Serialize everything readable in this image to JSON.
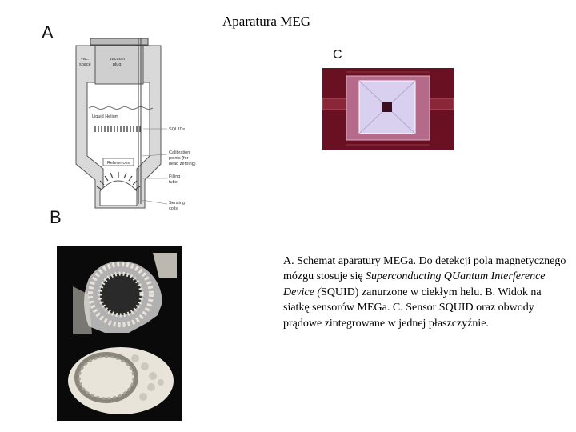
{
  "title": "Aparatura MEG",
  "panels": {
    "a_letter": "A",
    "b_letter": "B",
    "c_letter": "C"
  },
  "diagram": {
    "labels": {
      "vac_space_1": "vac.",
      "vac_space_2": "space",
      "vacuum_plug_1": "vacuum",
      "vacuum_plug_2": "plug",
      "liquid_helium": "Liquid Helium",
      "squids": "SQUIDs",
      "references": "References",
      "calibration_1": "Calibration",
      "calibration_2": "points (for",
      "calibration_3": "head zeroing)",
      "filling_1": "Filling",
      "filling_2": "tube",
      "sensing_1": "Sensing",
      "sensing_2": "coils"
    }
  },
  "caption": {
    "part1": "A. Schemat aparatury MEGa. Do detekcji pola magnetycznego mózgu stosuje się ",
    "italic1": "Superconducting QUantum Interference Device (",
    "part2": "SQUID) zanurzone w ciekłym helu. B. Widok na siatkę sensorów MEGa. C. Sensor SQUID oraz obwody prądowe zintegrowane w jednej płaszczyźnie."
  },
  "colors": {
    "chip_background": "#7a1428",
    "chip_square": "#e0d8f0",
    "helmet_light": "#e8e4da",
    "photo_dark": "#0a0a0a"
  }
}
